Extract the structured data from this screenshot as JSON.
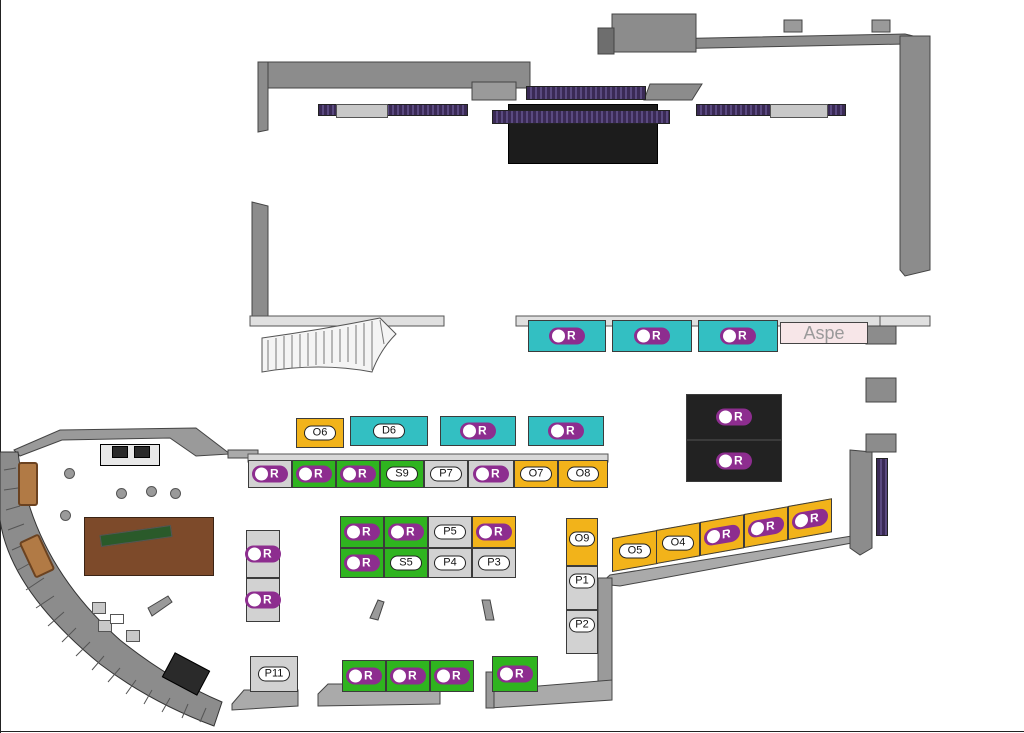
{
  "labels": {
    "aspe": "Aspe"
  },
  "colors": {
    "gray": "#d2d2d2",
    "green": "#2fb41f",
    "orange": "#f2b31a",
    "teal": "#33bfc2",
    "black": "#222222",
    "reserved_badge": "#8d2d8f"
  },
  "stands": [
    {
      "id": "top-teal-1",
      "label": "",
      "reserved": true,
      "color": "teal"
    },
    {
      "id": "top-teal-2",
      "label": "",
      "reserved": true,
      "color": "teal"
    },
    {
      "id": "top-teal-3",
      "label": "",
      "reserved": true,
      "color": "teal"
    },
    {
      "id": "o6",
      "label": "O6",
      "reserved": false,
      "color": "orange"
    },
    {
      "id": "d6",
      "label": "D6",
      "reserved": false,
      "color": "teal"
    },
    {
      "id": "teal-mid-1",
      "label": "",
      "reserved": true,
      "color": "teal"
    },
    {
      "id": "teal-mid-2",
      "label": "",
      "reserved": true,
      "color": "teal"
    },
    {
      "id": "row-gray-1",
      "label": "",
      "reserved": true,
      "color": "gray"
    },
    {
      "id": "row-green-1",
      "label": "",
      "reserved": true,
      "color": "green"
    },
    {
      "id": "row-green-2",
      "label": "",
      "reserved": true,
      "color": "green"
    },
    {
      "id": "s9",
      "label": "S9",
      "reserved": false,
      "color": "green"
    },
    {
      "id": "p7",
      "label": "P7",
      "reserved": false,
      "color": "gray"
    },
    {
      "id": "row-gray-2",
      "label": "",
      "reserved": true,
      "color": "gray"
    },
    {
      "id": "o7",
      "label": "O7",
      "reserved": false,
      "color": "orange"
    },
    {
      "id": "o8",
      "label": "O8",
      "reserved": false,
      "color": "orange"
    },
    {
      "id": "black-1",
      "label": "",
      "reserved": true,
      "color": "black"
    },
    {
      "id": "black-2",
      "label": "",
      "reserved": true,
      "color": "black"
    },
    {
      "id": "island-green-1",
      "label": "",
      "reserved": true,
      "color": "green"
    },
    {
      "id": "island-green-2",
      "label": "",
      "reserved": true,
      "color": "green"
    },
    {
      "id": "p5",
      "label": "P5",
      "reserved": false,
      "color": "gray"
    },
    {
      "id": "island-orange-1",
      "label": "",
      "reserved": true,
      "color": "orange"
    },
    {
      "id": "island-green-3",
      "label": "",
      "reserved": true,
      "color": "green"
    },
    {
      "id": "s5",
      "label": "S5",
      "reserved": false,
      "color": "green"
    },
    {
      "id": "p4",
      "label": "P4",
      "reserved": false,
      "color": "gray"
    },
    {
      "id": "p3",
      "label": "P3",
      "reserved": false,
      "color": "gray"
    },
    {
      "id": "col-gray-1",
      "label": "",
      "reserved": true,
      "color": "gray"
    },
    {
      "id": "col-gray-2",
      "label": "",
      "reserved": true,
      "color": "gray"
    },
    {
      "id": "o9",
      "label": "O9",
      "reserved": false,
      "color": "orange"
    },
    {
      "id": "p1",
      "label": "P1",
      "reserved": false,
      "color": "gray"
    },
    {
      "id": "p2",
      "label": "P2",
      "reserved": false,
      "color": "gray"
    },
    {
      "id": "o5",
      "label": "O5",
      "reserved": false,
      "color": "orange"
    },
    {
      "id": "o4",
      "label": "O4",
      "reserved": false,
      "color": "orange"
    },
    {
      "id": "diag-orange-1",
      "label": "",
      "reserved": true,
      "color": "orange"
    },
    {
      "id": "diag-orange-2",
      "label": "",
      "reserved": true,
      "color": "orange"
    },
    {
      "id": "diag-orange-3",
      "label": "",
      "reserved": true,
      "color": "orange"
    },
    {
      "id": "p11",
      "label": "P11",
      "reserved": false,
      "color": "gray"
    },
    {
      "id": "bottom-green-1",
      "label": "",
      "reserved": true,
      "color": "green"
    },
    {
      "id": "bottom-green-2",
      "label": "",
      "reserved": true,
      "color": "green"
    },
    {
      "id": "bottom-green-3",
      "label": "",
      "reserved": true,
      "color": "green"
    },
    {
      "id": "bottom-green-4",
      "label": "",
      "reserved": true,
      "color": "green"
    }
  ],
  "reserved_mark": "R"
}
